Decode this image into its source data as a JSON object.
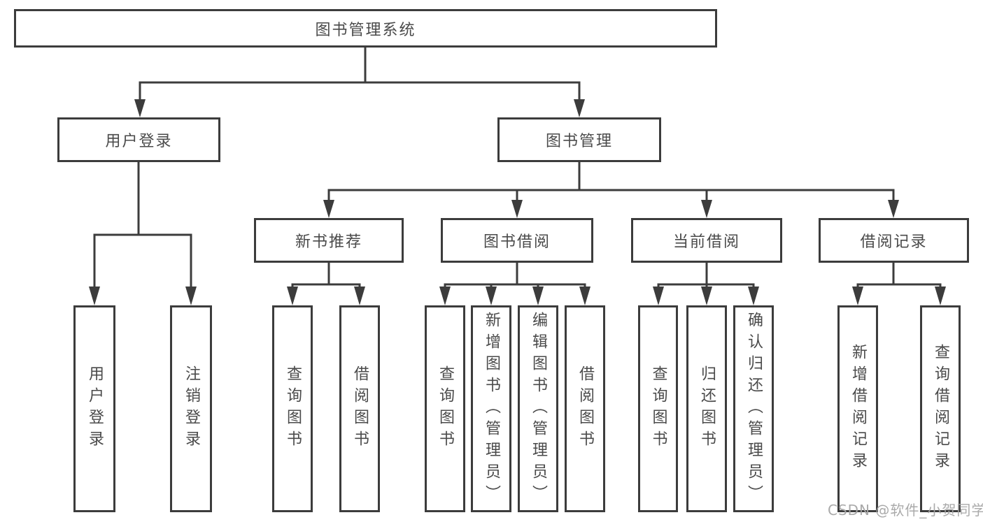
{
  "diagram": {
    "title": "图书管理系统",
    "branches": [
      {
        "label": "用户登录",
        "children": [
          {
            "label": "用户登录"
          },
          {
            "label": "注销登录"
          }
        ]
      },
      {
        "label": "图书管理",
        "children": [
          {
            "label": "新书推荐",
            "children": [
              {
                "label": "查询图书"
              },
              {
                "label": "借阅图书"
              }
            ]
          },
          {
            "label": "图书借阅",
            "children": [
              {
                "label": "查询图书"
              },
              {
                "label": "新增图书（管理员）"
              },
              {
                "label": "编辑图书（管理员）"
              },
              {
                "label": "借阅图书"
              }
            ]
          },
          {
            "label": "当前借阅",
            "children": [
              {
                "label": "查询图书"
              },
              {
                "label": "归还图书"
              },
              {
                "label": "确认归还（管理员）"
              }
            ]
          },
          {
            "label": "借阅记录",
            "children": [
              {
                "label": "新增借阅记录"
              },
              {
                "label": "查询借阅记录"
              }
            ]
          }
        ]
      }
    ]
  },
  "watermark": {
    "text": "CSDN @软件_小贺同学"
  },
  "colors": {
    "line": "#3c3c3c",
    "box_border": "#3c3c3c",
    "text": "#4a4a4a",
    "background": "#ffffff",
    "watermark": "#a5a5a5"
  }
}
